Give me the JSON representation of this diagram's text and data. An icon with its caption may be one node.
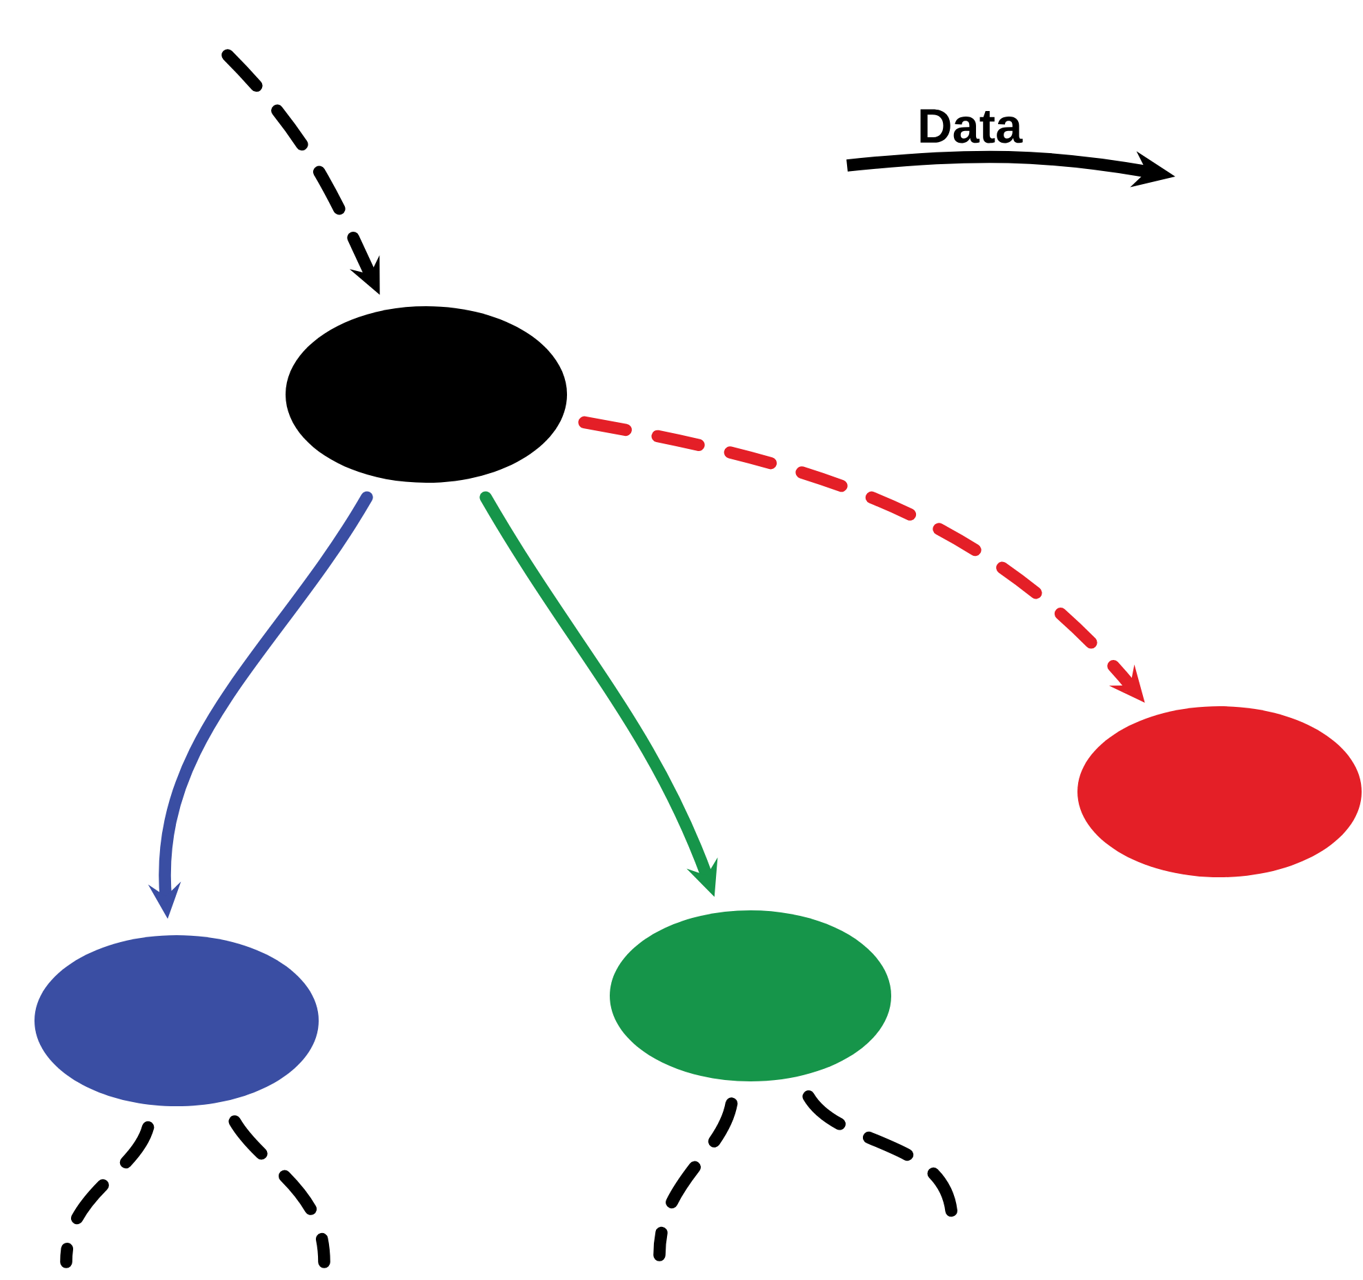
{
  "diagram": {
    "nodes": [
      {
        "text": [],
        "shape": "ellipse"
      },
      {
        "text": [],
        "shape": "ellipse"
      },
      {
        "text": [],
        "shape": "ellipse"
      },
      {
        "text": [],
        "shape": "ellipse"
      }
    ],
    "edges": [
      {
        "from": null,
        "to": 0,
        "arrow": "to",
        "style": "dashed"
      },
      {
        "from": 0,
        "to": 1,
        "arrow": "to",
        "color": "#3a4ea3"
      },
      {
        "from": 0,
        "to": 2,
        "arrow": "to",
        "color": "#16954a"
      },
      {
        "from": 0,
        "to": 3,
        "arrow": "to",
        "style": "dashed",
        "color": "#e41f27"
      },
      {
        "from": 1,
        "to": null,
        "arrow": "none",
        "style": "dashed"
      },
      {
        "from": 1,
        "to": null,
        "arrow": "none",
        "style": "dashed"
      },
      {
        "from": 2,
        "to": null,
        "arrow": "none",
        "style": "dashed"
      },
      {
        "from": 2,
        "to": null,
        "arrow": "none",
        "style": "dashed"
      }
    ],
    "legend": [
      {
        "text": "Data"
      }
    ]
  }
}
